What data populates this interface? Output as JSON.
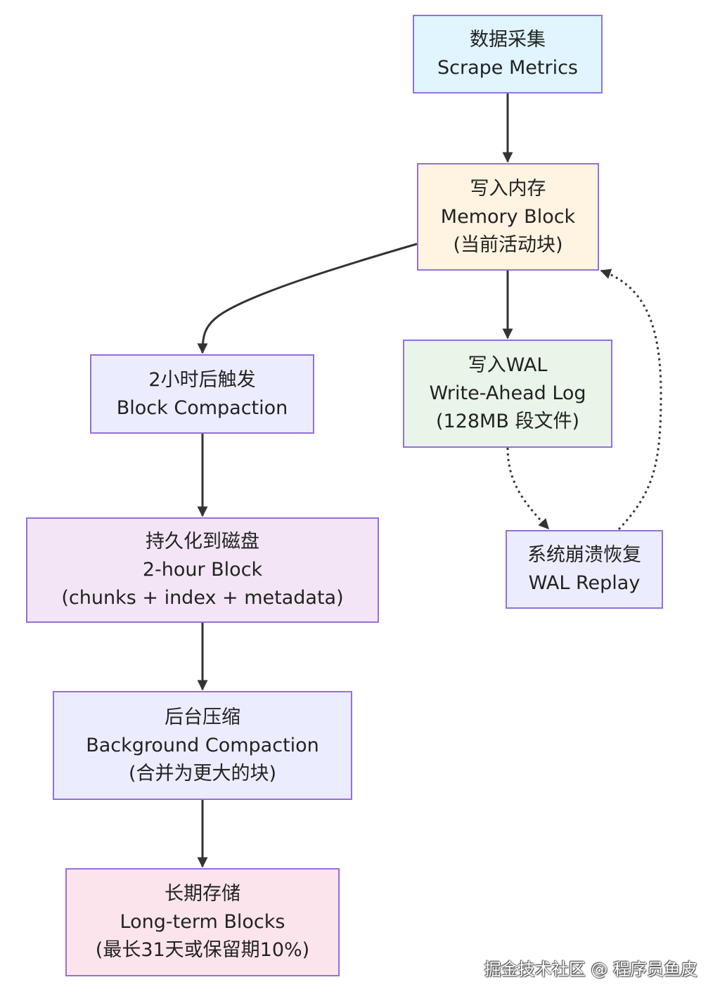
{
  "nodes": {
    "scrape": {
      "lines": [
        "数据采集",
        "Scrape Metrics"
      ],
      "fill": "#e0f5ff"
    },
    "memory": {
      "lines": [
        "写入内存",
        "Memory Block",
        "(当前活动块)"
      ],
      "fill": "#fff4e1"
    },
    "compaction_trigger": {
      "lines": [
        "2小时后触发",
        "Block Compaction"
      ],
      "fill": "#ececff"
    },
    "wal": {
      "lines": [
        "写入WAL",
        "Write-Ahead Log",
        "(128MB 段文件)"
      ],
      "fill": "#e8f5e8"
    },
    "persist": {
      "lines": [
        "持久化到磁盘",
        "2-hour Block",
        "(chunks + index + metadata)"
      ],
      "fill": "#f3e5f5"
    },
    "replay": {
      "lines": [
        "系统崩溃恢复",
        "WAL Replay"
      ],
      "fill": "#ececff"
    },
    "background": {
      "lines": [
        "后台压缩",
        "Background Compaction",
        "(合并为更大的块)"
      ],
      "fill": "#ececff"
    },
    "longterm": {
      "lines": [
        "长期存储",
        "Long-term Blocks",
        "(最长31天或保留期10%)"
      ],
      "fill": "#fce4ec"
    }
  },
  "edges": [
    {
      "from": "scrape",
      "to": "memory",
      "style": "solid"
    },
    {
      "from": "memory",
      "to": "compaction_trigger",
      "style": "solid"
    },
    {
      "from": "memory",
      "to": "wal",
      "style": "solid"
    },
    {
      "from": "compaction_trigger",
      "to": "persist",
      "style": "solid"
    },
    {
      "from": "wal",
      "to": "replay",
      "style": "dotted"
    },
    {
      "from": "replay",
      "to": "memory",
      "style": "dotted"
    },
    {
      "from": "persist",
      "to": "background",
      "style": "solid"
    },
    {
      "from": "background",
      "to": "longterm",
      "style": "solid"
    }
  ],
  "colors": {
    "node_border": "#9370db",
    "edge": "#333333",
    "text": "#222222"
  },
  "watermark": "掘金技术社区 @ 程序员鱼皮"
}
